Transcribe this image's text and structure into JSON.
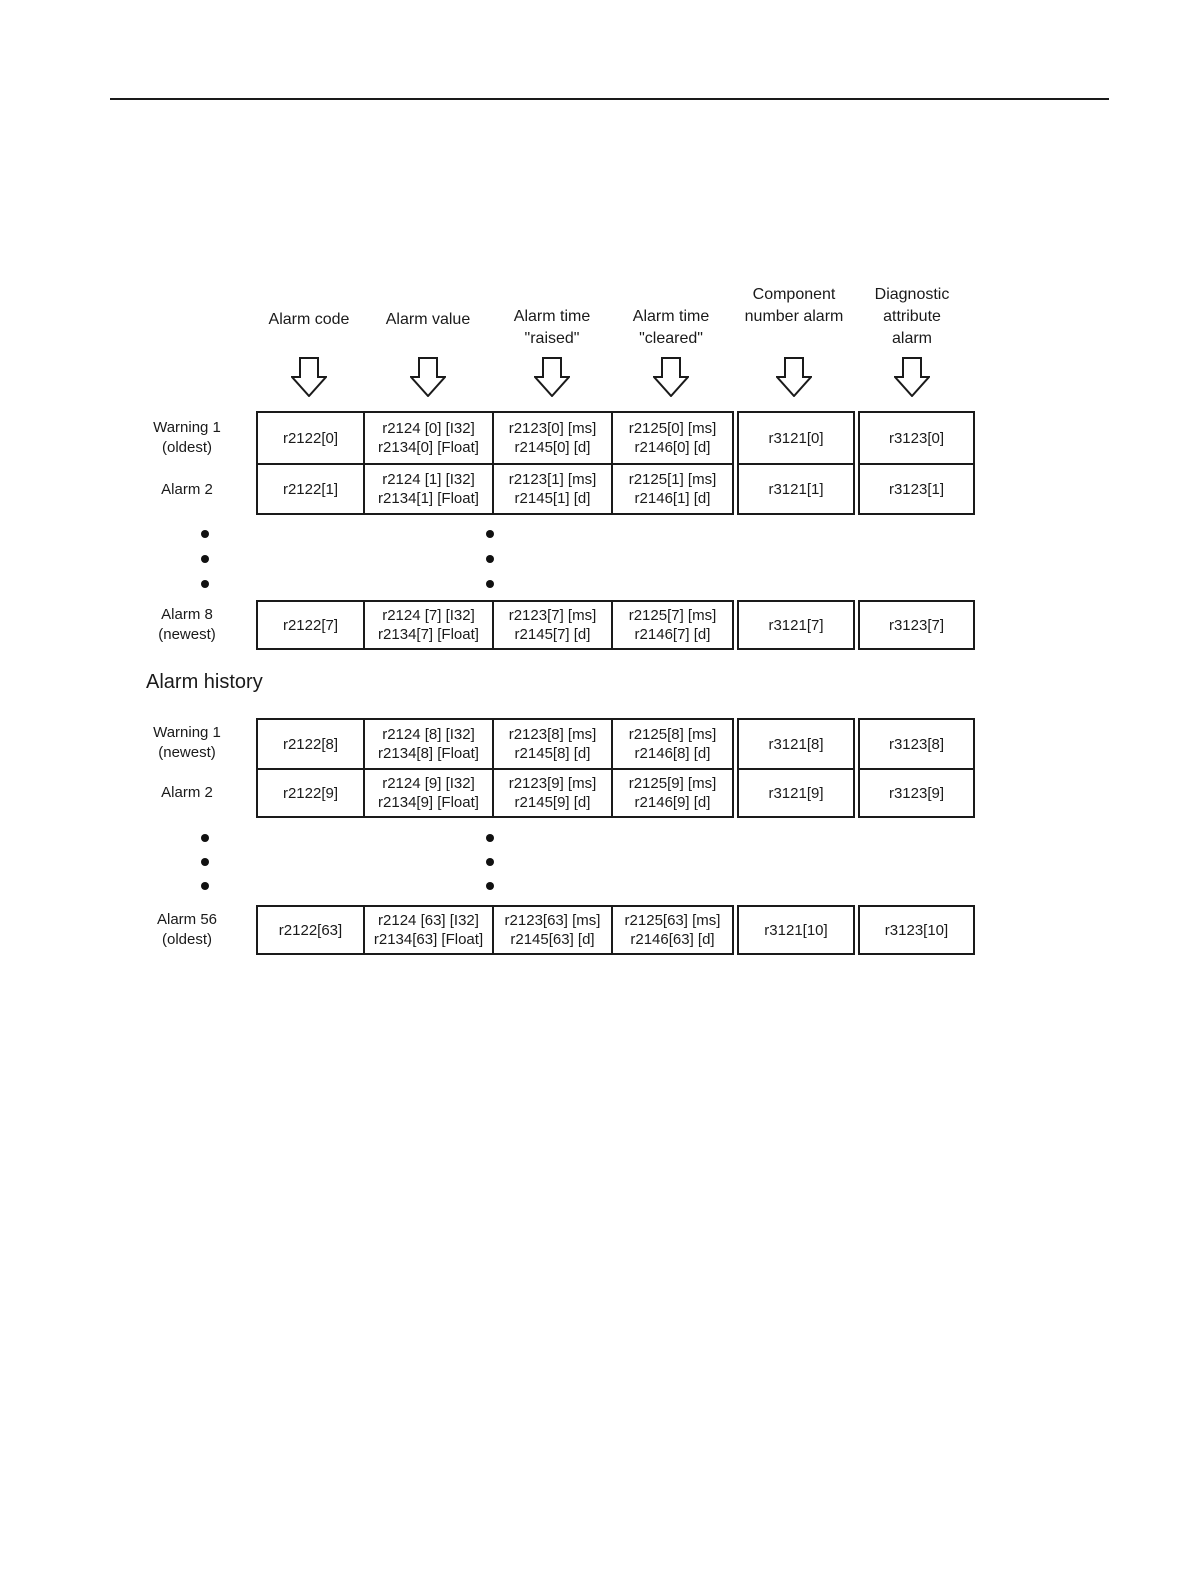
{
  "page": {
    "background": "#ffffff",
    "rule_color": "#1a1a1a",
    "text_color": "#1a1a1a"
  },
  "diagram": {
    "column_headers": [
      "Alarm code",
      "Alarm value",
      "Alarm time\n\"raised\"",
      "Alarm time\n\"cleared\"",
      "Component\nnumber alarm",
      "Diagnostic\nattribute\nalarm"
    ],
    "section_title": "Alarm history",
    "tables": {
      "buffer_top": {
        "rows": [
          {
            "label": "Warning 1\n(oldest)",
            "cells": [
              "r2122[0]",
              "r2124 [0] [I32]\nr2134[0] [Float]",
              "r2123[0] [ms]\nr2145[0] [d]",
              "r2125[0] [ms]\nr2146[0] [d]",
              "r3121[0]",
              "r3123[0]"
            ]
          },
          {
            "label": "Alarm 2",
            "cells": [
              "r2122[1]",
              "r2124 [1] [I32]\nr2134[1] [Float]",
              "r2123[1] [ms]\nr2145[1] [d]",
              "r2125[1] [ms]\nr2146[1] [d]",
              "r3121[1]",
              "r3123[1]"
            ]
          }
        ]
      },
      "buffer_bottom": {
        "rows": [
          {
            "label": "Alarm 8\n(newest)",
            "cells": [
              "r2122[7]",
              "r2124 [7] [I32]\nr2134[7] [Float]",
              "r2123[7] [ms]\nr2145[7] [d]",
              "r2125[7] [ms]\nr2146[7] [d]",
              "r3121[7]",
              "r3123[7]"
            ]
          }
        ]
      },
      "history_top": {
        "rows": [
          {
            "label": "Warning 1\n(newest)",
            "cells": [
              "r2122[8]",
              "r2124 [8] [I32]\nr2134[8] [Float]",
              "r2123[8] [ms]\nr2145[8] [d]",
              "r2125[8] [ms]\nr2146[8] [d]",
              "r3121[8]",
              "r3123[8]"
            ]
          },
          {
            "label": "Alarm 2",
            "cells": [
              "r2122[9]",
              "r2124 [9] [I32]\nr2134[9] [Float]",
              "r2123[9] [ms]\nr2145[9] [d]",
              "r2125[9] [ms]\nr2146[9] [d]",
              "r3121[9]",
              "r3123[9]"
            ]
          }
        ]
      },
      "history_bottom": {
        "rows": [
          {
            "label": "Alarm 56\n(oldest)",
            "cells": [
              "r2122[63]",
              "r2124 [63] [I32]\nr2134[63] [Float]",
              "r2123[63] [ms]\nr2145[63] [d]",
              "r2125[63] [ms]\nr2146[63] [d]",
              "r3121[10]",
              "r3123[10]"
            ]
          }
        ]
      }
    }
  }
}
